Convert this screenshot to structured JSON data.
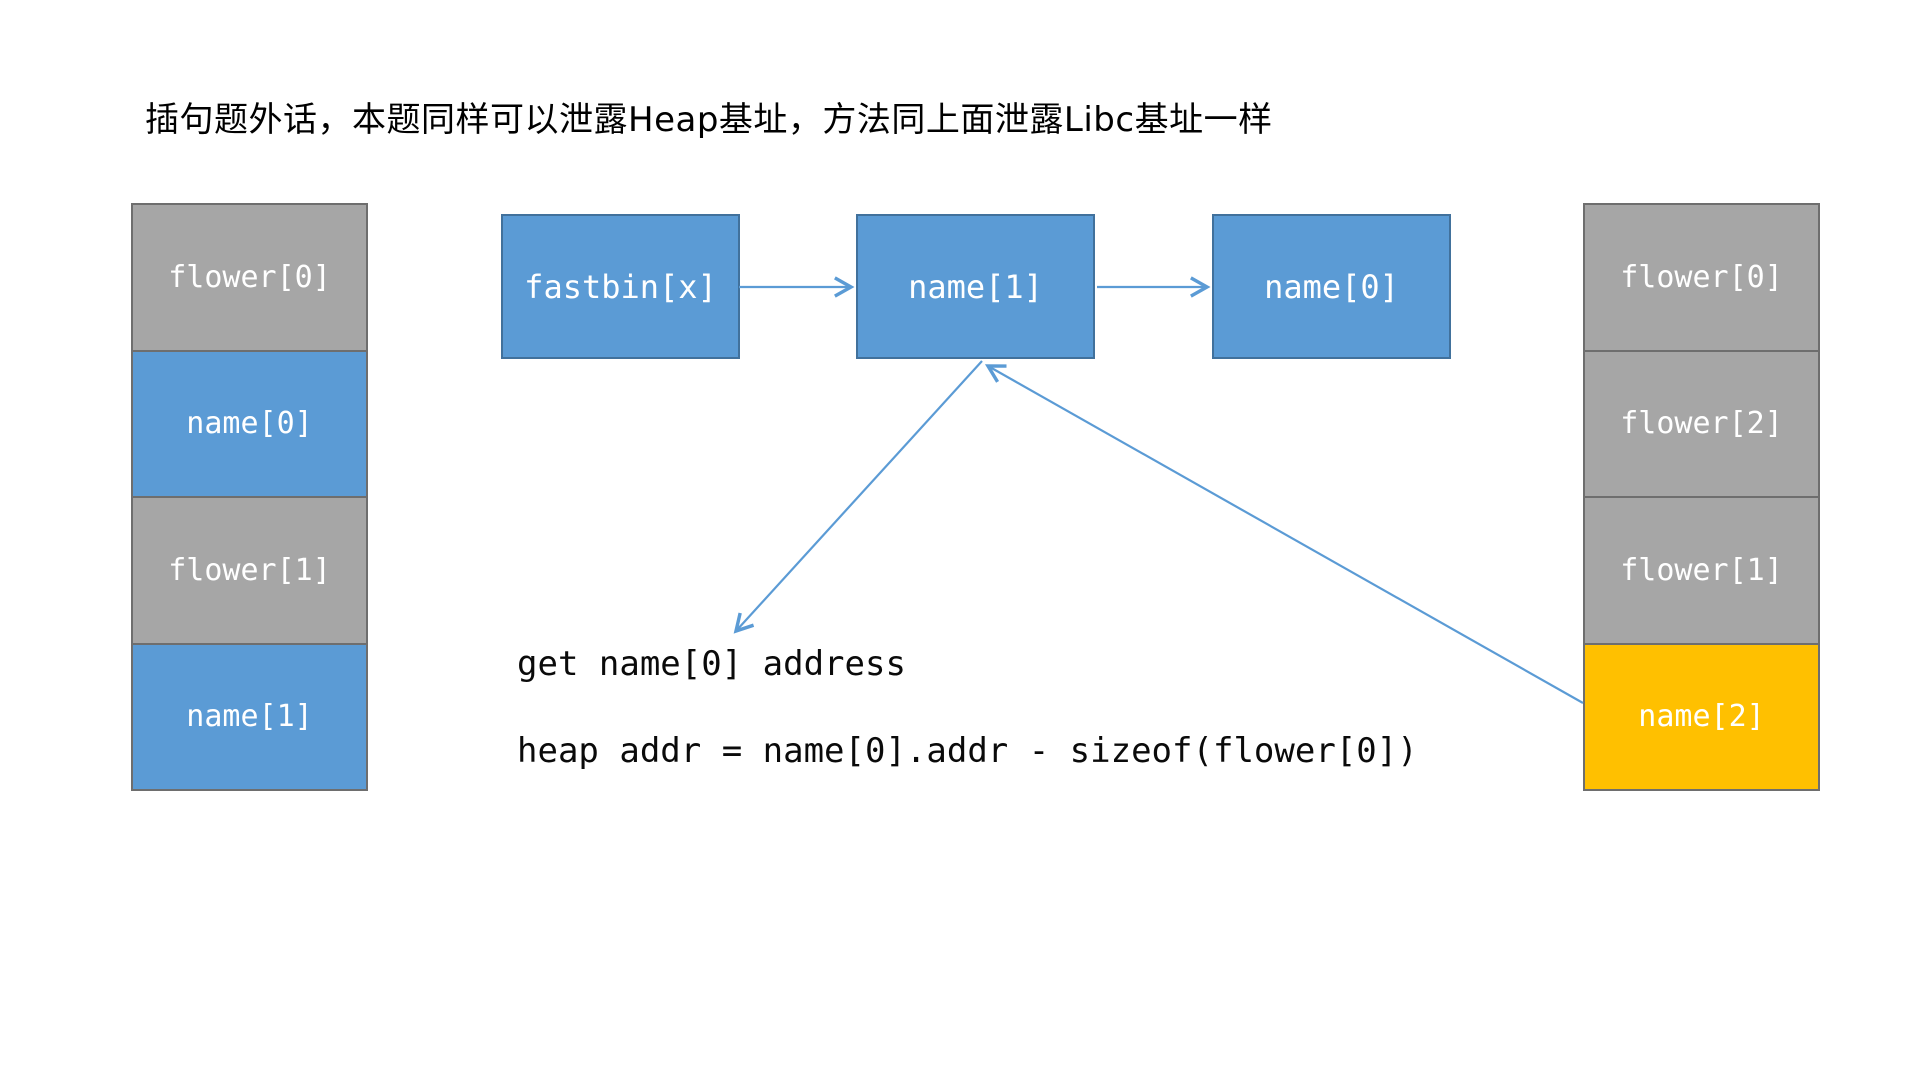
{
  "title": "插句题外话，本题同样可以泄露Heap基址，方法同上面泄露Libc基址一样",
  "colors": {
    "node_blue": "#5B9BD5",
    "node_blue_border": "#41719C",
    "cell_gray": "#A6A6A6",
    "cell_orange": "#FFC000",
    "cell_border": "#6E6E6E",
    "arrow_blue": "#5B9BD5",
    "text_light": "#FFFFFF",
    "text_dark": "#000000"
  },
  "left_column": {
    "cells": [
      {
        "label": "flower[0]",
        "fill": "#A6A6A6"
      },
      {
        "label": "name[0]",
        "fill": "#5B9BD5"
      },
      {
        "label": "flower[1]",
        "fill": "#A6A6A6"
      },
      {
        "label": "name[1]",
        "fill": "#5B9BD5"
      }
    ]
  },
  "right_column": {
    "cells": [
      {
        "label": "flower[0]",
        "fill": "#A6A6A6"
      },
      {
        "label": "flower[2]",
        "fill": "#A6A6A6"
      },
      {
        "label": "flower[1]",
        "fill": "#A6A6A6"
      },
      {
        "label": "name[2]",
        "fill": "#FFC000"
      }
    ]
  },
  "fastbin_chain": {
    "nodes": [
      {
        "label": "fastbin[x]"
      },
      {
        "label": "name[1]"
      },
      {
        "label": "name[0]"
      }
    ]
  },
  "annotations": {
    "line1": "get name[0] address",
    "line2": "heap addr = name[0].addr - sizeof(flower[0])"
  }
}
